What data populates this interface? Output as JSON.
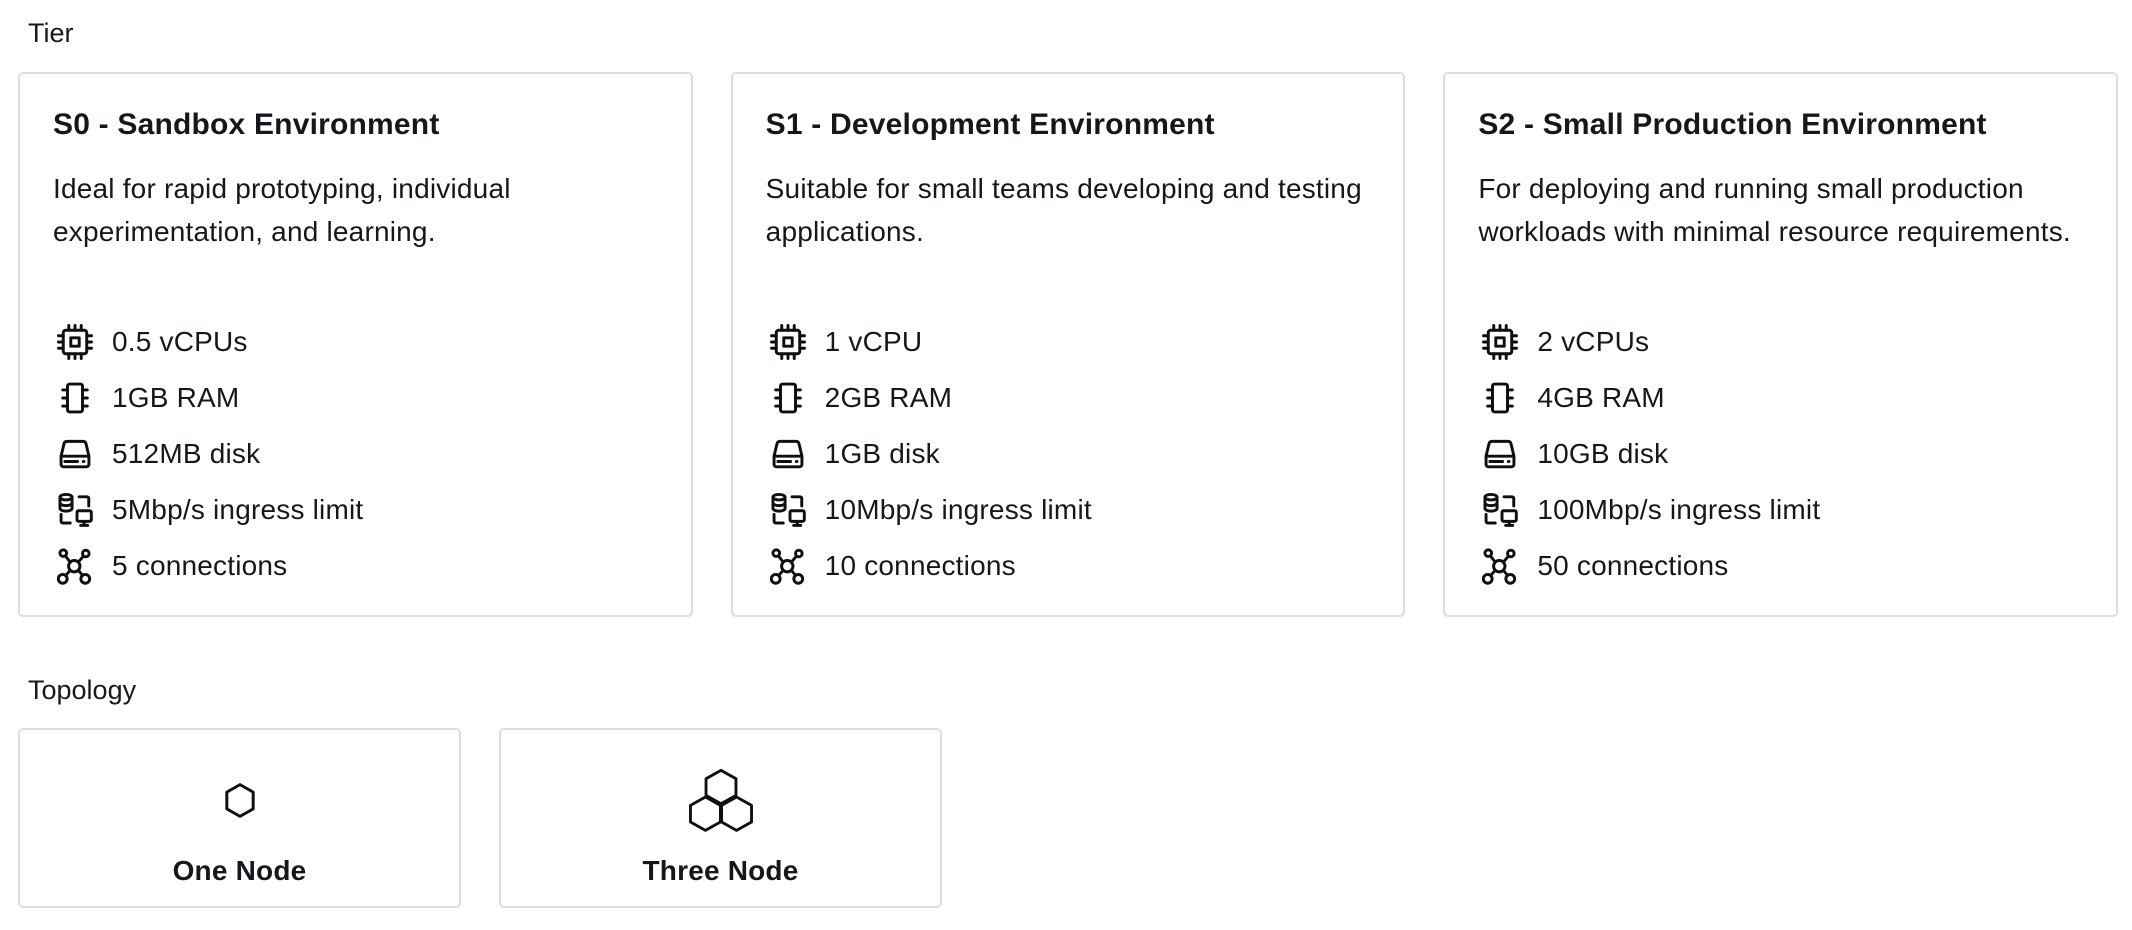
{
  "sections": {
    "tier_label": "Tier",
    "topology_label": "Topology"
  },
  "tiers": [
    {
      "id": "s0",
      "title": "S0 - Sandbox Environment",
      "description": "Ideal for rapid prototyping, individual experimentation, and learning.",
      "specs": [
        {
          "icon": "cpu-chip-icon",
          "label": "0.5 vCPUs"
        },
        {
          "icon": "ram-icon",
          "label": "1GB RAM"
        },
        {
          "icon": "disk-icon",
          "label": "512MB disk"
        },
        {
          "icon": "ingress-icon",
          "label": "5Mbp/s ingress limit"
        },
        {
          "icon": "connections-icon",
          "label": "5 connections"
        }
      ]
    },
    {
      "id": "s1",
      "title": "S1 - Development Environment",
      "description": "Suitable for small teams developing and testing applications.",
      "specs": [
        {
          "icon": "cpu-chip-icon",
          "label": "1 vCPU"
        },
        {
          "icon": "ram-icon",
          "label": "2GB RAM"
        },
        {
          "icon": "disk-icon",
          "label": "1GB disk"
        },
        {
          "icon": "ingress-icon",
          "label": "10Mbp/s ingress limit"
        },
        {
          "icon": "connections-icon",
          "label": "10 connections"
        }
      ]
    },
    {
      "id": "s2",
      "title": "S2 - Small Production Environment",
      "description": "For deploying and running small production workloads with minimal resource requirements.",
      "specs": [
        {
          "icon": "cpu-chip-icon",
          "label": "2 vCPUs"
        },
        {
          "icon": "ram-icon",
          "label": "4GB RAM"
        },
        {
          "icon": "disk-icon",
          "label": "10GB disk"
        },
        {
          "icon": "ingress-icon",
          "label": "100Mbp/s ingress limit"
        },
        {
          "icon": "connections-icon",
          "label": "50 connections"
        }
      ]
    }
  ],
  "topologies": [
    {
      "id": "one-node",
      "icon": "one-node-hexagon-icon",
      "label": "One Node",
      "nodes": 1
    },
    {
      "id": "three-node",
      "icon": "three-node-hexagons-icon",
      "label": "Three Node",
      "nodes": 3
    }
  ],
  "colors": {
    "background": "#ffffff",
    "card_border": "#d8dee3",
    "text": "#14181c",
    "icon_stroke": "#0d1013"
  }
}
